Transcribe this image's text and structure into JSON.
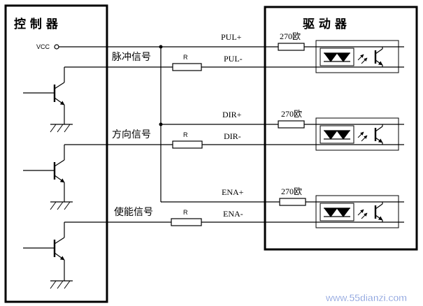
{
  "controller": {
    "title": "控 制 器",
    "vcc_label": "VCC"
  },
  "driver": {
    "title": "驱 动 器"
  },
  "channels": [
    {
      "signal_name": "脉冲信号",
      "plus_label": "PUL+",
      "minus_label": "PUL-",
      "resistor_label": "R",
      "driver_resistor_label": "270欧"
    },
    {
      "signal_name": "方向信号",
      "plus_label": "DIR+",
      "minus_label": "DIR-",
      "resistor_label": "R",
      "driver_resistor_label": "270欧"
    },
    {
      "signal_name": "使能信号",
      "plus_label": "ENA+",
      "minus_label": "ENA-",
      "resistor_label": "R",
      "driver_resistor_label": "270欧"
    }
  ],
  "watermark": "www.55dianzi.com",
  "colors": {
    "line": "#000000",
    "background": "#ffffff",
    "watermark": "#3f64c8"
  }
}
